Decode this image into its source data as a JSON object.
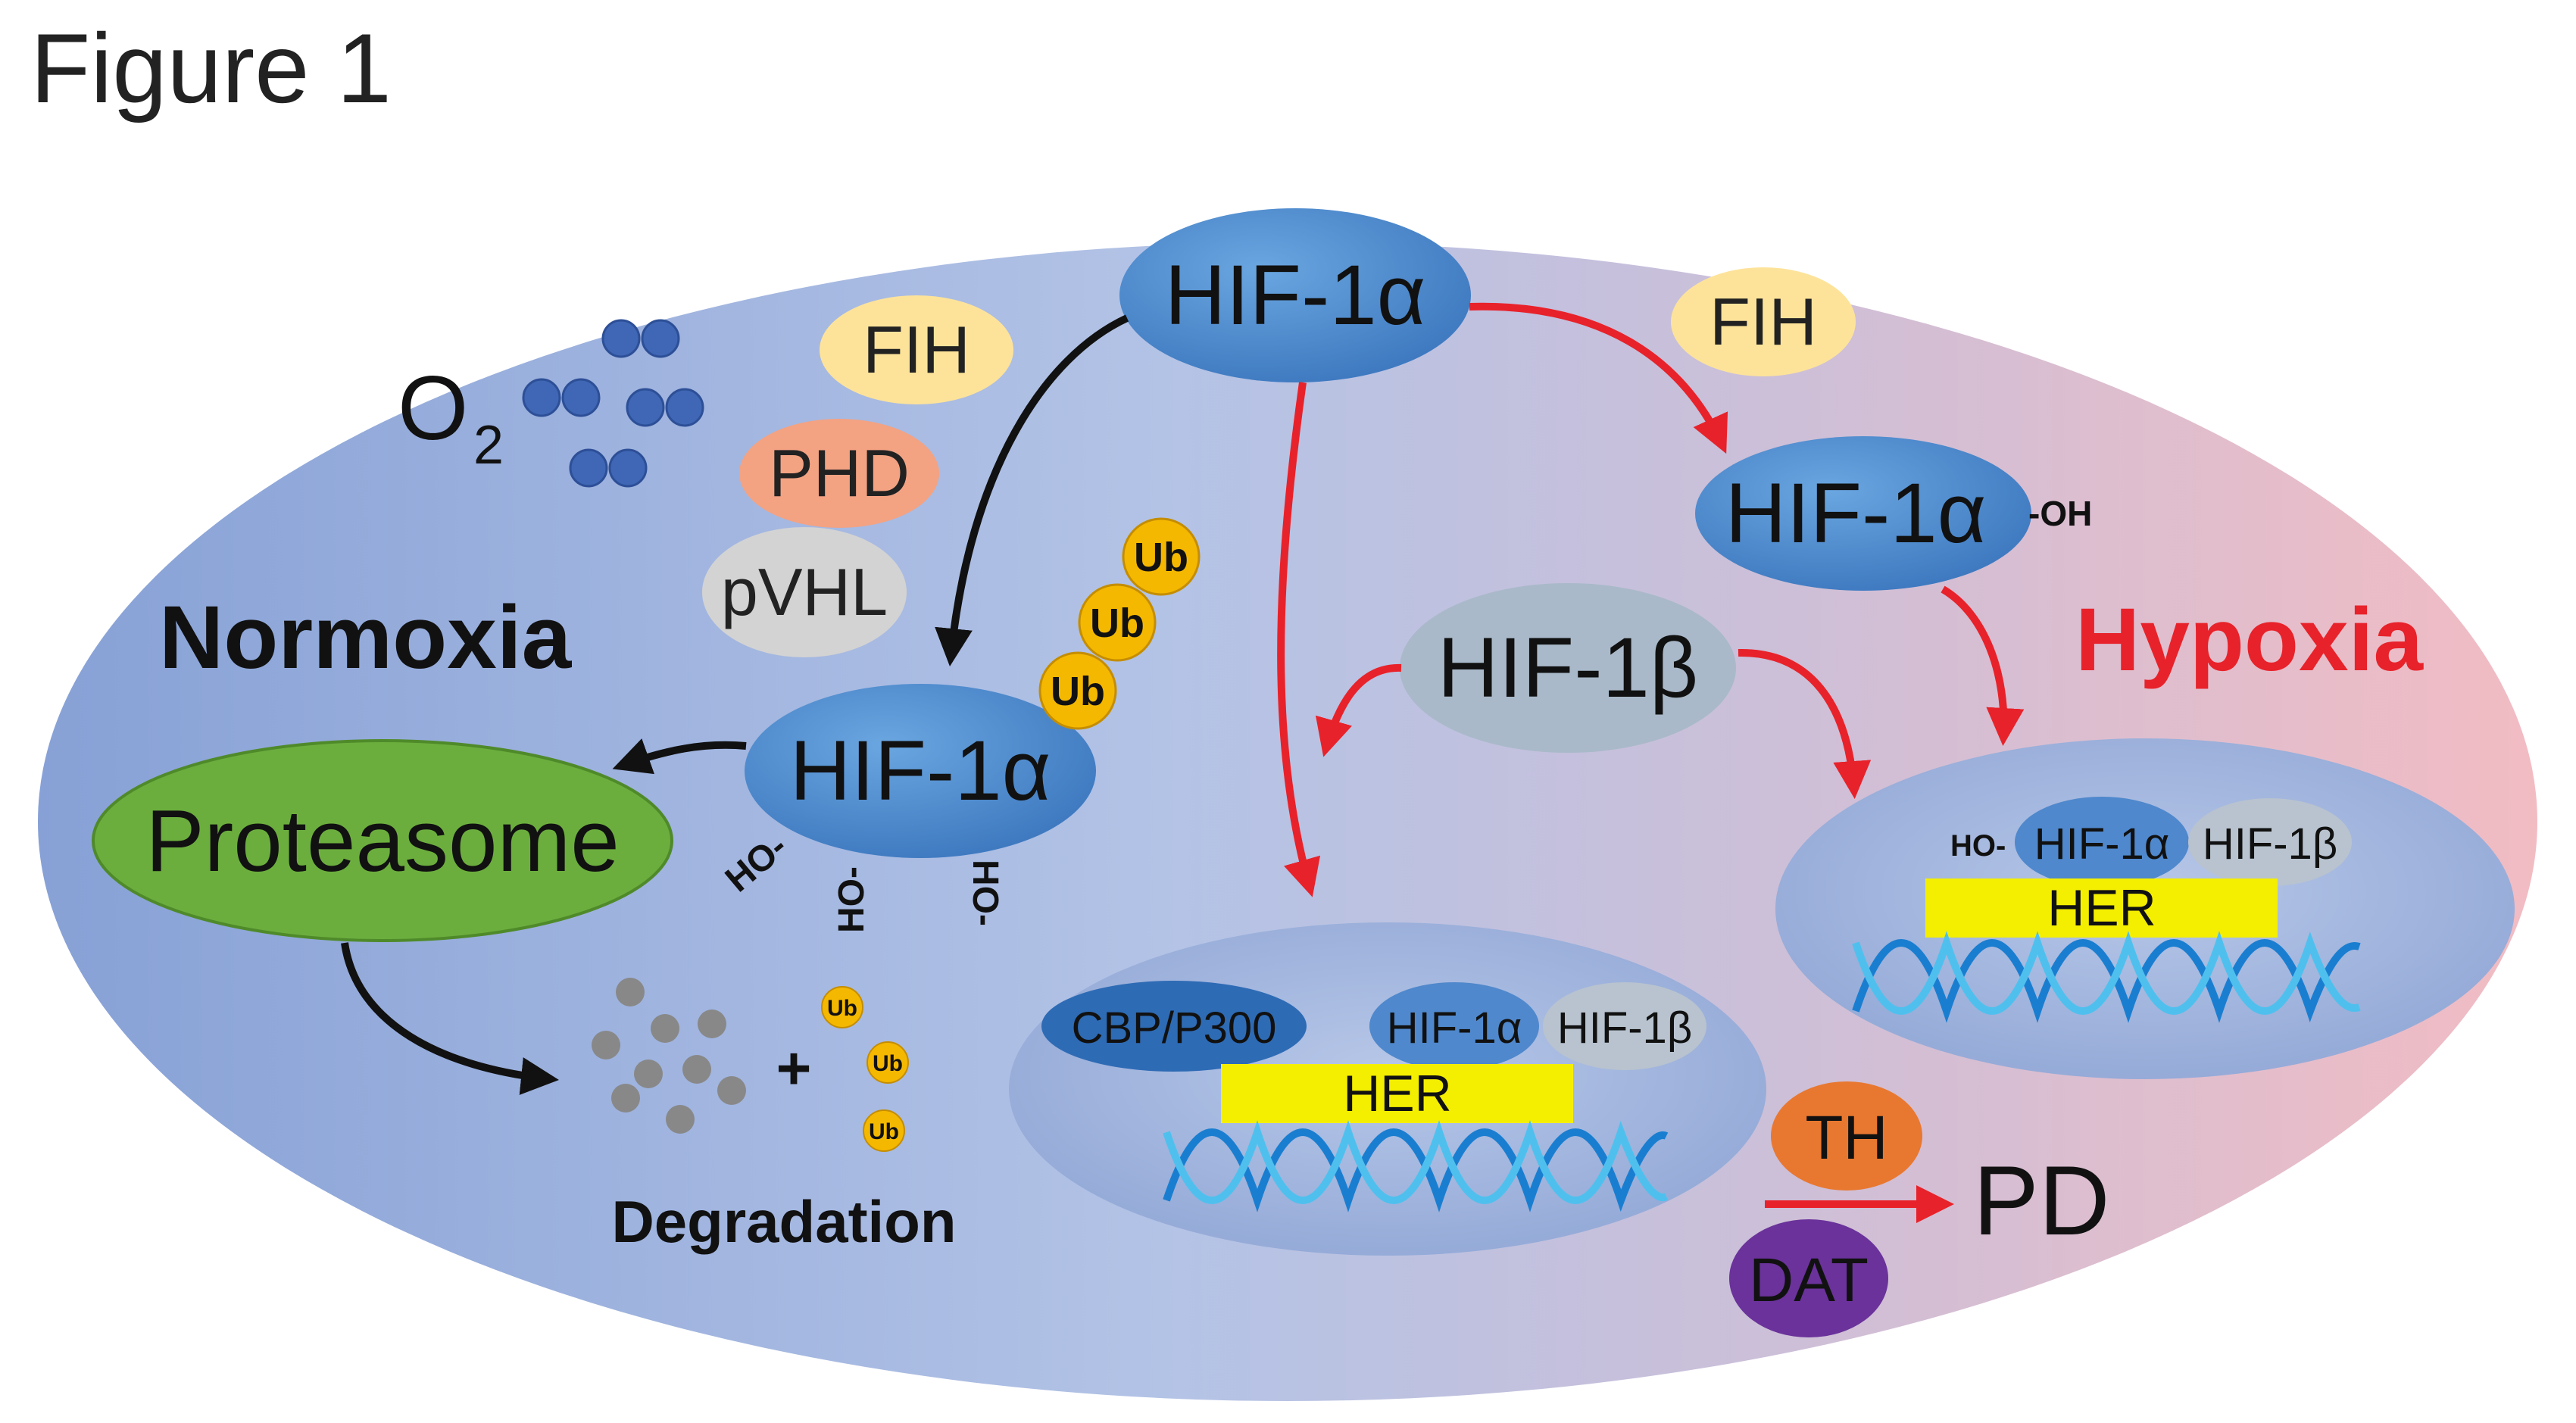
{
  "figure_label": "Figure 1",
  "regions": {
    "normoxia": "Normoxia",
    "hypoxia": "Hypoxia"
  },
  "molecules": {
    "o2_letter": "O",
    "o2_subscript": "2",
    "fih": "FIH",
    "phd": "PHD",
    "pvhl": "pVHL",
    "hif1a": "HIF-1α",
    "hif1b": "HIF-1β",
    "oh_suffix": "-OH",
    "ho_prefix": "HO-",
    "ho_label": "HO-",
    "ub": "Ub",
    "proteasome": "Proteasome",
    "degradation": "Degradation",
    "plus": "+",
    "cbp_p300": "CBP/P300",
    "her": "HER",
    "th": "TH",
    "dat": "DAT",
    "pd": "PD"
  },
  "colors": {
    "cell_left": "#8fa8d8",
    "cell_right": "#f0bcc4",
    "hif_blue": "#4f88cc",
    "fih_yellow": "#fde39a",
    "phd_salmon": "#f3a282",
    "pvhl_gray": "#d3d3d3",
    "hif1b_gray": "#a9b9c9",
    "ub_gold": "#f5b800",
    "proteasome_green": "#6cae3e",
    "cbp_blue": "#2e6bb5",
    "her_yellow": "#f4ee00",
    "th_orange": "#e87830",
    "dat_purple": "#6a329a",
    "arrow_red": "#e8222a",
    "arrow_black": "#111111",
    "hypoxia_red": "#e8222a"
  }
}
